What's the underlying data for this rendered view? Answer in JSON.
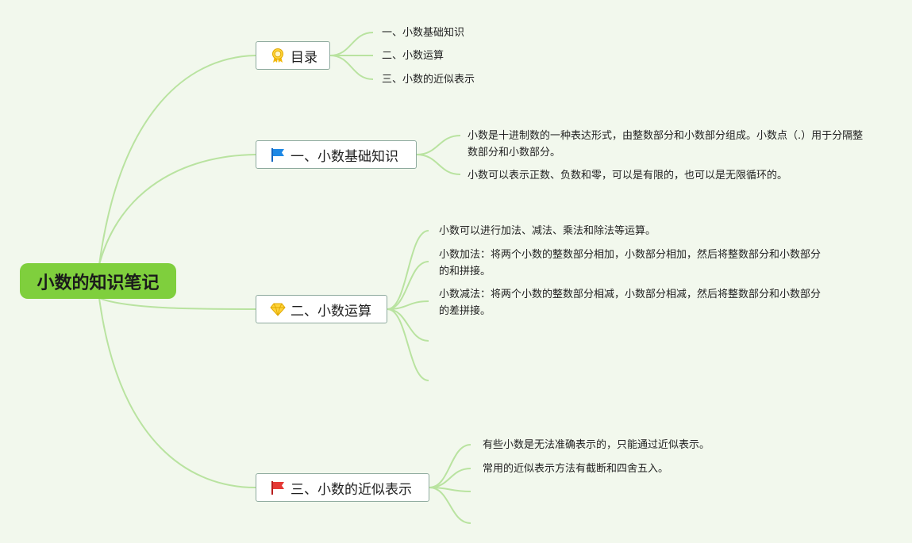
{
  "root": {
    "label": "小数的知识笔记"
  },
  "branches": [
    {
      "label": "目录",
      "icon": "award-ribbon-icon",
      "children": [
        "一、小数基础知识",
        "二、小数运算",
        "三、小数的近似表示"
      ]
    },
    {
      "label": "一、小数基础知识",
      "icon": "blue-flag-icon",
      "children": [
        "小数是十进制数的一种表达形式，由整数部分和小数部分组成。小数点（.）用于分隔整数部分和小数部分。",
        "小数可以表示正数、负数和零，可以是有限的，也可以是无限循环的。"
      ]
    },
    {
      "label": "二、小数运算",
      "icon": "diamond-icon",
      "children": [
        "小数可以进行加法、减法、乘法和除法等运算。",
        "小数加法：将两个小数的整数部分相加，小数部分相加，然后将整数部分和小数部分的和拼接。",
        "小数减法：将两个小数的整数部分相减，小数部分相减，然后将整数部分和小数部分的差拼接。",
        "",
        ""
      ]
    },
    {
      "label": "三、小数的近似表示",
      "icon": "red-flag-icon",
      "children": [
        "有些小数是无法准确表示的，只能通过近似表示。",
        "常用的近似表示方法有截断和四舍五入。",
        "",
        ""
      ]
    }
  ],
  "colors": {
    "background": "#f2f8ed",
    "root_fill": "#7fcf3d",
    "connector": "#b9e3a0",
    "node_border": "#8eaa9e"
  }
}
